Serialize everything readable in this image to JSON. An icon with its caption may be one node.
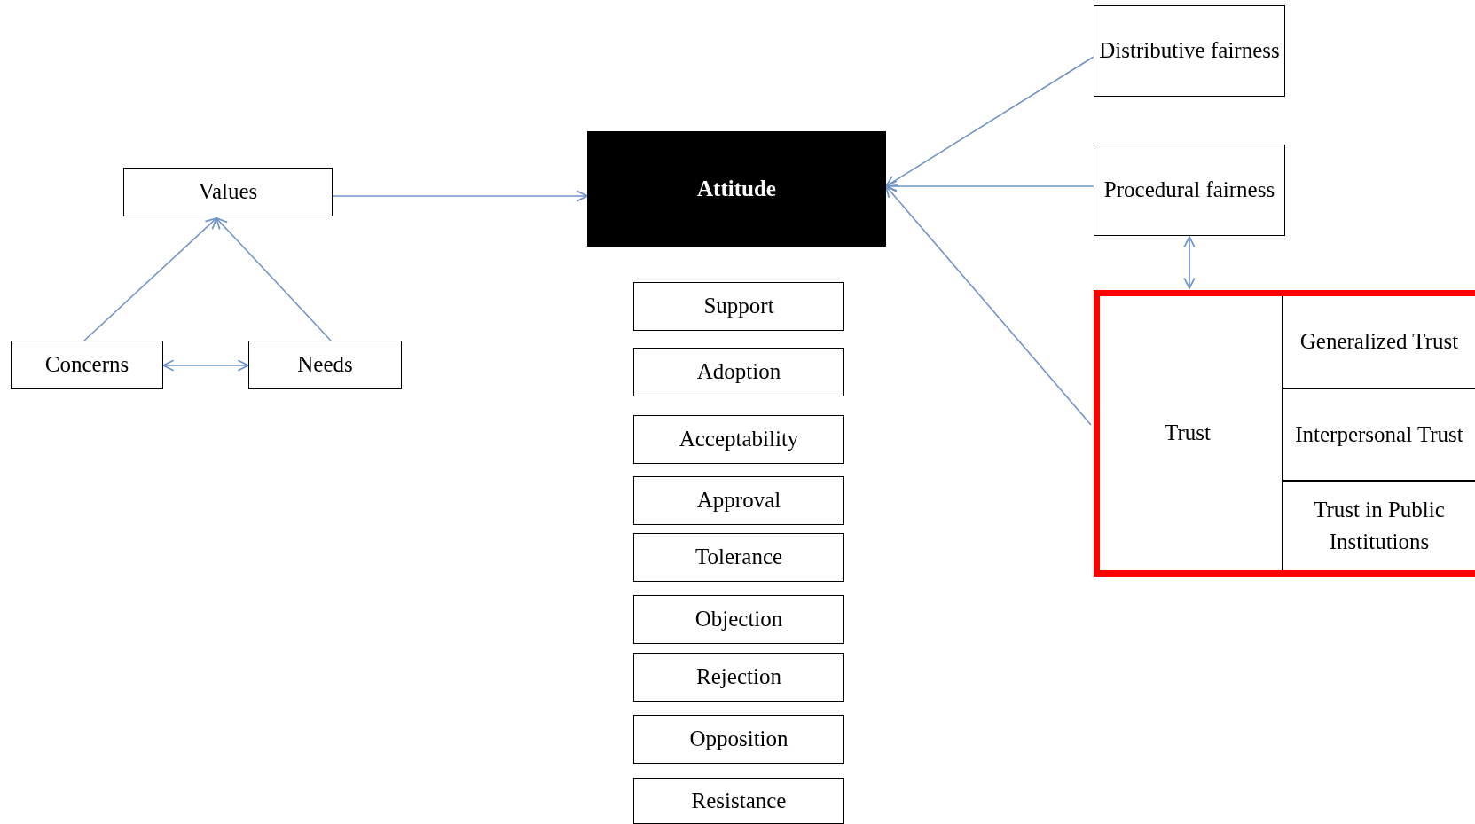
{
  "diagram": {
    "nodes": [
      {
        "text": [
          "Values"
        ]
      },
      {
        "text": [
          "Concerns"
        ]
      },
      {
        "text": [
          "Needs"
        ]
      },
      {
        "text": [
          "Attitude"
        ]
      },
      {
        "text": [
          "Support"
        ]
      },
      {
        "text": [
          "Adoption"
        ]
      },
      {
        "text": [
          "Acceptability"
        ]
      },
      {
        "text": [
          "Approval"
        ]
      },
      {
        "text": [
          "Tolerance"
        ]
      },
      {
        "text": [
          "Objection"
        ]
      },
      {
        "text": [
          "Rejection"
        ]
      },
      {
        "text": [
          "Opposition"
        ]
      },
      {
        "text": [
          "Resistance"
        ]
      },
      {
        "text": [
          "Distributive fairness"
        ]
      },
      {
        "text": [
          "Procedural fairness"
        ]
      },
      {
        "text": [
          "Trust"
        ]
      },
      {
        "text": [
          "Generalized Trust"
        ],
        "in": 15
      },
      {
        "text": [
          "Interpersonal Trust"
        ],
        "in": 15
      },
      {
        "text": [
          "Trust in Public Institutions"
        ],
        "in": 15
      }
    ],
    "edges": [
      {
        "from": 0,
        "to": 3,
        "arrow": "to"
      },
      {
        "from": 1,
        "to": 0,
        "arrow": "to"
      },
      {
        "from": 2,
        "to": 0,
        "arrow": "to"
      },
      {
        "from": 1,
        "to": 2,
        "arrow": "both"
      },
      {
        "from": 13,
        "to": 3,
        "arrow": "to"
      },
      {
        "from": 14,
        "to": 3,
        "arrow": "to"
      },
      {
        "from": 15,
        "to": 3,
        "arrow": "to"
      },
      {
        "from": 14,
        "to": 15,
        "arrow": "both"
      }
    ]
  }
}
